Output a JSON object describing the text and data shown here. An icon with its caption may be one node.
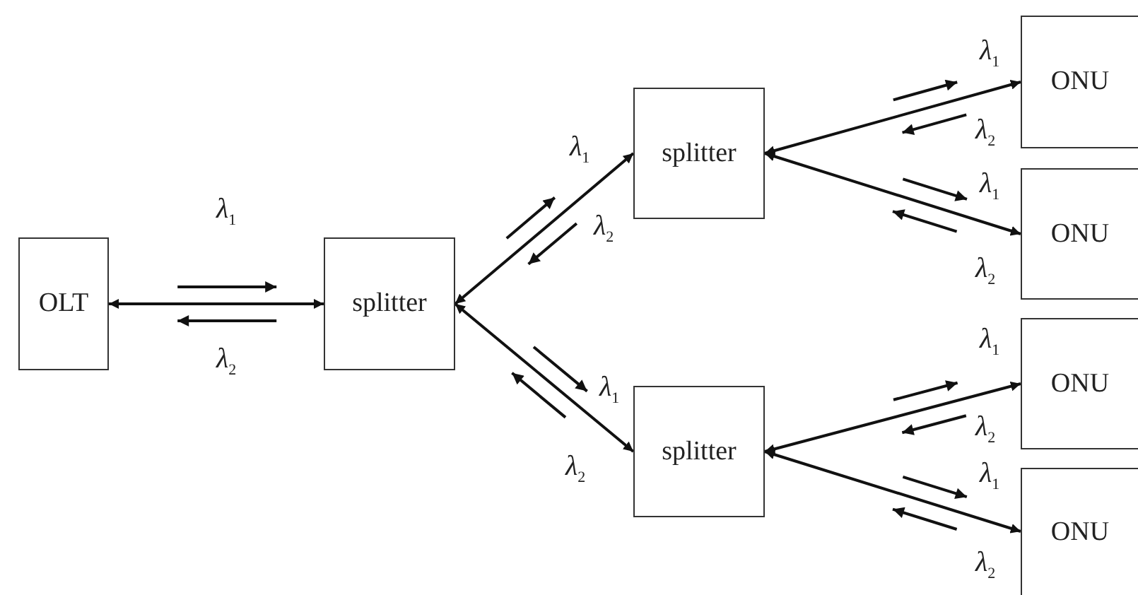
{
  "diagram": {
    "nodes": [
      {
        "text": [
          "OLT"
        ]
      },
      {
        "text": [
          "splitter"
        ]
      },
      {
        "text": [
          "splitter"
        ]
      },
      {
        "text": [
          "splitter"
        ]
      },
      {
        "text": [
          "ONU"
        ]
      },
      {
        "text": [
          "ONU"
        ]
      },
      {
        "text": [
          "ONU"
        ]
      },
      {
        "text": [
          "ONU"
        ]
      }
    ],
    "edges": [
      {
        "from": 0,
        "to": 1,
        "arrow": "both"
      },
      {
        "from": 1,
        "to": 2,
        "arrow": "both"
      },
      {
        "from": 1,
        "to": 3,
        "arrow": "both"
      },
      {
        "from": 2,
        "to": 4,
        "arrow": "both"
      },
      {
        "from": 2,
        "to": 5,
        "arrow": "both"
      },
      {
        "from": 3,
        "to": 6,
        "arrow": "both"
      },
      {
        "from": 3,
        "to": 7,
        "arrow": "both"
      }
    ],
    "labels": [
      "λ$_{1}$",
      "λ$_{2}$",
      "λ$_{1}$",
      "λ$_{2}$",
      "λ$_{1}$",
      "λ$_{2}$",
      "λ$_{1}$",
      "λ$_{2}$",
      "λ$_{1}$",
      "λ$_{2}$",
      "λ$_{1}$",
      "λ$_{2}$",
      "λ$_{1}$",
      "λ$_{2}$"
    ]
  }
}
